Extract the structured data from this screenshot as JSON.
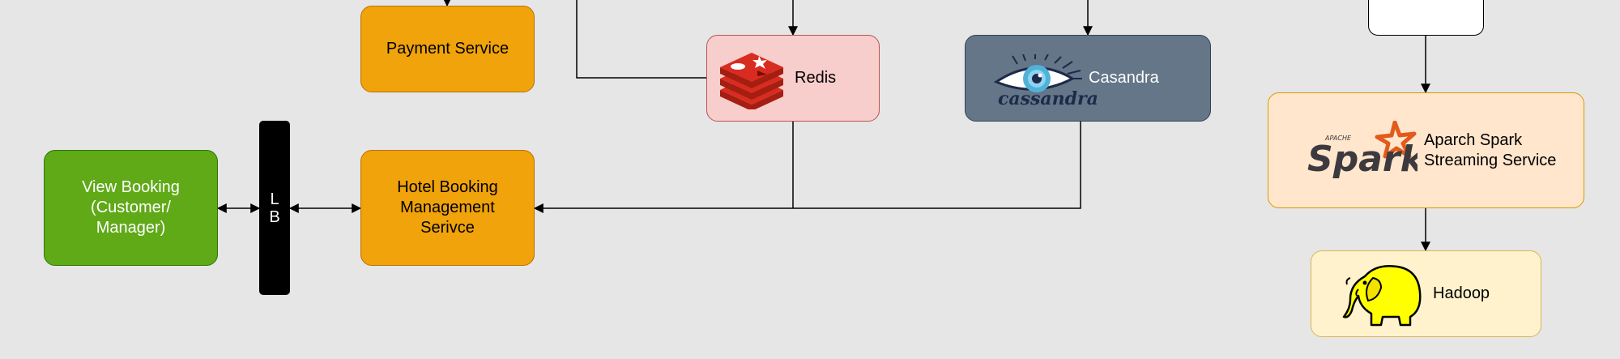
{
  "nodes": {
    "payment_service": "Payment Service",
    "view_booking": "View Booking\n(Customer/\nManager)",
    "load_balancer": [
      "L",
      "B"
    ],
    "hotel_booking": "Hotel Booking\nManagement\nSerivce",
    "redis": "Redis",
    "cassandra": "Casandra",
    "cassandra_logo_text": "cassandra",
    "spark": "Aparch Spark\nStreaming Service",
    "hadoop": "Hadoop"
  },
  "logos": {
    "redis": "redis-icon",
    "cassandra": "cassandra-eye-icon",
    "spark": "apache-spark-logo",
    "hadoop": "hadoop-elephant-icon",
    "spark_logo_text": "Spark",
    "spark_logo_small_text": "APACHE"
  },
  "colors": {
    "background": "#e6e6e6",
    "service_fill": "#f0a30a",
    "client_fill": "#60a917",
    "redis_fill": "#f8cecc",
    "cassandra_fill": "#647687",
    "spark_fill": "#ffe6cc",
    "hadoop_fill": "#fff2cc"
  }
}
